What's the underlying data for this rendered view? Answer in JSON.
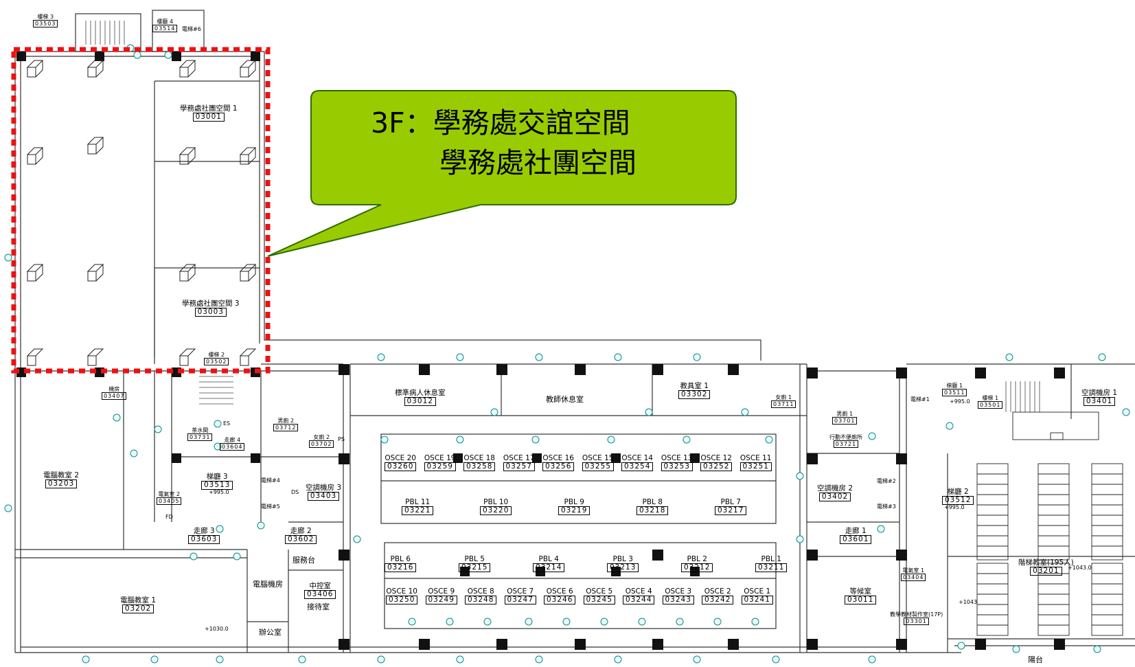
{
  "callout": {
    "line1": "3F：學務處交誼空間",
    "line2": "學務處社團空間",
    "fill_color": "#99cc00"
  },
  "highlight_color": "#ee1111",
  "rooms": [
    {
      "id": "stair3",
      "name": "樓梯 3",
      "code": "03503",
      "size": "sm"
    },
    {
      "id": "lobby4",
      "name": "樓廳 4",
      "code": "03514",
      "size": "sm"
    },
    {
      "id": "club1",
      "name": "學務處社團空間 1",
      "code": "03001"
    },
    {
      "id": "club3",
      "name": "學務處社團空間 3",
      "code": "03003"
    },
    {
      "id": "stair2",
      "name": "樓梯 2",
      "code": "03502",
      "size": "sm"
    },
    {
      "id": "machine",
      "name": "機房",
      "code": "03407",
      "size": "sm"
    },
    {
      "id": "comp2",
      "name": "電腦教室 2",
      "code": "03203"
    },
    {
      "id": "tea",
      "name": "茶水間",
      "code": "03731",
      "size": "sm"
    },
    {
      "id": "corr4",
      "name": "走廊 4",
      "code": "03604",
      "size": "sm"
    },
    {
      "id": "mtoilet2",
      "name": "男廁 2",
      "code": "03712",
      "size": "sm"
    },
    {
      "id": "wtoilet2",
      "name": "女廁 2",
      "code": "03702",
      "size": "sm"
    },
    {
      "id": "lobby3",
      "name": "梯廳 3",
      "code": "03513"
    },
    {
      "id": "elec2",
      "name": "電氣室 2",
      "code": "03405",
      "size": "sm"
    },
    {
      "id": "ac3",
      "name": "空調機房 3",
      "code": "03403"
    },
    {
      "id": "corr3",
      "name": "走廊 3",
      "code": "03603"
    },
    {
      "id": "corr2",
      "name": "走廊 2",
      "code": "03602"
    },
    {
      "id": "comp1",
      "name": "電腦教室 1",
      "code": "03202"
    },
    {
      "id": "control",
      "name": "中控室",
      "code": "03406"
    },
    {
      "id": "sp",
      "name": "標準病人休息室",
      "code": "03012"
    },
    {
      "id": "staff1",
      "name": "教具室 1",
      "code": "03302"
    },
    {
      "id": "wtoilet1",
      "name": "女廁 1",
      "code": "03711",
      "size": "sm"
    },
    {
      "id": "mtoilet1",
      "name": "男廁 1",
      "code": "03701",
      "size": "sm"
    },
    {
      "id": "access",
      "name": "行動不便廁所",
      "code": "03721",
      "size": "sm"
    },
    {
      "id": "lobby1",
      "name": "梯廳 1",
      "code": "03511",
      "size": "sm"
    },
    {
      "id": "stair1",
      "name": "樓梯 1",
      "code": "03501",
      "size": "sm"
    },
    {
      "id": "ac1",
      "name": "空調機房 1",
      "code": "03401"
    },
    {
      "id": "ac2",
      "name": "空調機房 2",
      "code": "03402"
    },
    {
      "id": "lobby2",
      "name": "梯廳 2",
      "code": "03512"
    },
    {
      "id": "corr1",
      "name": "走廊 1",
      "code": "03601"
    },
    {
      "id": "elec1",
      "name": "電氣室 1",
      "code": "03404",
      "size": "sm"
    },
    {
      "id": "wait",
      "name": "等候室",
      "code": "03011"
    },
    {
      "id": "material",
      "name": "教學教材製作室(17P)",
      "code": "03301",
      "size": "sm"
    },
    {
      "id": "lecture",
      "name": "階梯教室(195人)",
      "code": "03201"
    }
  ],
  "osce_top": [
    {
      "name": "OSCE 20",
      "code": "03260"
    },
    {
      "name": "OSCE 19",
      "code": "03259"
    },
    {
      "name": "OSCE 18",
      "code": "03258"
    },
    {
      "name": "OSCE 17",
      "code": "03257"
    },
    {
      "name": "OSCE 16",
      "code": "03256"
    },
    {
      "name": "OSCE 15",
      "code": "03255"
    },
    {
      "name": "OSCE 14",
      "code": "03254"
    },
    {
      "name": "OSCE 13",
      "code": "03253"
    },
    {
      "name": "OSCE 12",
      "code": "03252"
    },
    {
      "name": "OSCE 11",
      "code": "03251"
    }
  ],
  "pbl_top": [
    {
      "name": "PBL 11",
      "code": "03221"
    },
    {
      "name": "PBL 10",
      "code": "03220"
    },
    {
      "name": "PBL 9",
      "code": "03219"
    },
    {
      "name": "PBL 8",
      "code": "03218"
    },
    {
      "name": "PBL 7",
      "code": "03217"
    }
  ],
  "pbl_bottom": [
    {
      "name": "PBL 6",
      "code": "03216"
    },
    {
      "name": "PBL 5",
      "code": "03215"
    },
    {
      "name": "PBL 4",
      "code": "03214"
    },
    {
      "name": "PBL 3",
      "code": "03213"
    },
    {
      "name": "PBL 2",
      "code": "03212"
    },
    {
      "name": "PBL 1",
      "code": "03211"
    }
  ],
  "osce_bottom": [
    {
      "name": "OSCE 10",
      "code": "03250"
    },
    {
      "name": "OSCE 9",
      "code": "03249"
    },
    {
      "name": "OSCE 8",
      "code": "03248"
    },
    {
      "name": "OSCE 7",
      "code": "03247"
    },
    {
      "name": "OSCE 6",
      "code": "03246"
    },
    {
      "name": "OSCE 5",
      "code": "03245"
    },
    {
      "name": "OSCE 4",
      "code": "03244"
    },
    {
      "name": "OSCE 3",
      "code": "03243"
    },
    {
      "name": "OSCE 2",
      "code": "03242"
    },
    {
      "name": "OSCE 1",
      "code": "03241"
    }
  ],
  "plain_labels": {
    "teacher_lounge": "教師休息室",
    "service": "服務台",
    "comp_room": "電腦機房",
    "reception": "接待室",
    "office": "辦公室",
    "balcony": "陽台",
    "elev4": "電梯#4",
    "elev5": "電梯#5",
    "elev2": "電梯#2",
    "elev3": "電梯#3",
    "elev1": "電梯#1",
    "elev6": "電梯#6",
    "es": "ES",
    "ds": "DS",
    "ps": "PS",
    "fd": "FD",
    "level_995": "+995.0",
    "level_1043": "+1043.0",
    "level_1043b": "+1043",
    "level_1030": "+1030.0"
  }
}
